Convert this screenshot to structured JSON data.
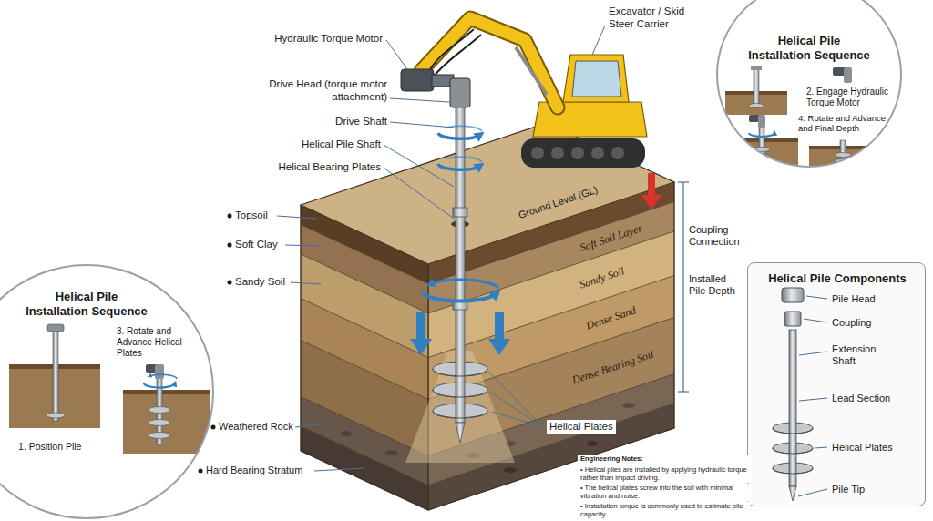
{
  "diagram": {
    "nodes": [
      {
        "text": [
          "Helical Pile Installation Sequence",
          "2. Engage Hydraulic Torque Motor",
          "4. Rotate and Advance and Final Depth"
        ]
      },
      {
        "text": [
          "Helical Pile Installation Sequence",
          "1. Position Pile",
          "3. Rotate and Advance Helical Plates"
        ]
      },
      {
        "text": [
          "Helical Pile Components",
          "Pile Head",
          "Coupling",
          "Extension Shaft",
          "Lead Section",
          "Helical Plates",
          "Pile Tip"
        ]
      }
    ],
    "labels": [
      "Hydraulic Torque Motor",
      "Excavator / Skid Steer Carrier",
      "Drive Head (torque motor attachment)",
      "Drive Shaft",
      "Helical Pile Shaft",
      "Helical Bearing Plates",
      "Topsoil",
      "Soft Clay",
      "Sandy Soil",
      "Ground Level (GL)",
      "Soft Soil Layer",
      "Sandy Soil",
      "Dense Sand",
      "Dense Bearing Soil",
      "Coupling Connection",
      "Installed Pile Depth",
      "Helical Plates",
      "Weathered Rock",
      "Hard Bearing Stratum",
      "Engineering Notes:",
      "• Helical piles are installed by applying hydraulic torque rather than impact driving.",
      "• The helical plates screw into the soil with minimal vibration and noise.",
      "• Installation torque is commonly used to estimate pile capacity."
    ]
  }
}
